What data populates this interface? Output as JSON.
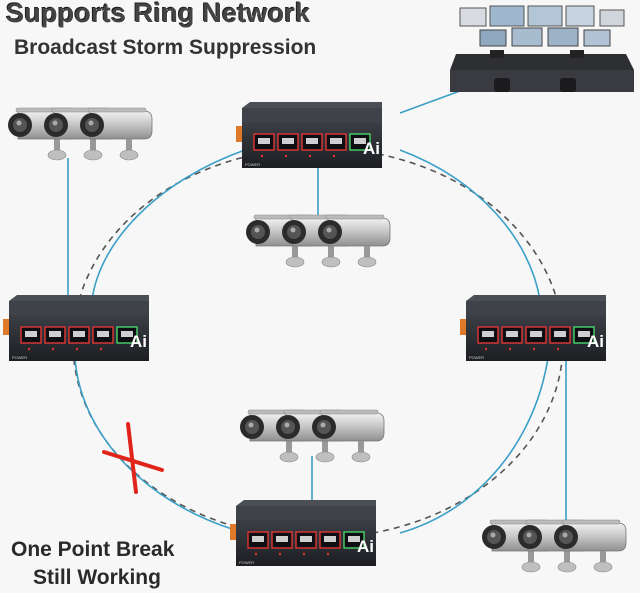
{
  "header": {
    "title": "Supports Ring Network",
    "subtitle": "Broadcast Storm Suppression"
  },
  "footer": {
    "line1": "One Point Break",
    "line2": "Still Working"
  },
  "switch": {
    "brand": "Ai",
    "power_label": "POWER"
  },
  "colors": {
    "ring_line": "#3a9fc6",
    "backup_ring": "#555555",
    "break_mark": "#e0241b",
    "switch_body": "#24272c",
    "port_led": "#e23535"
  },
  "icons": [
    "camera-icon",
    "control-room-icon",
    "switch-icon",
    "break-icon"
  ]
}
